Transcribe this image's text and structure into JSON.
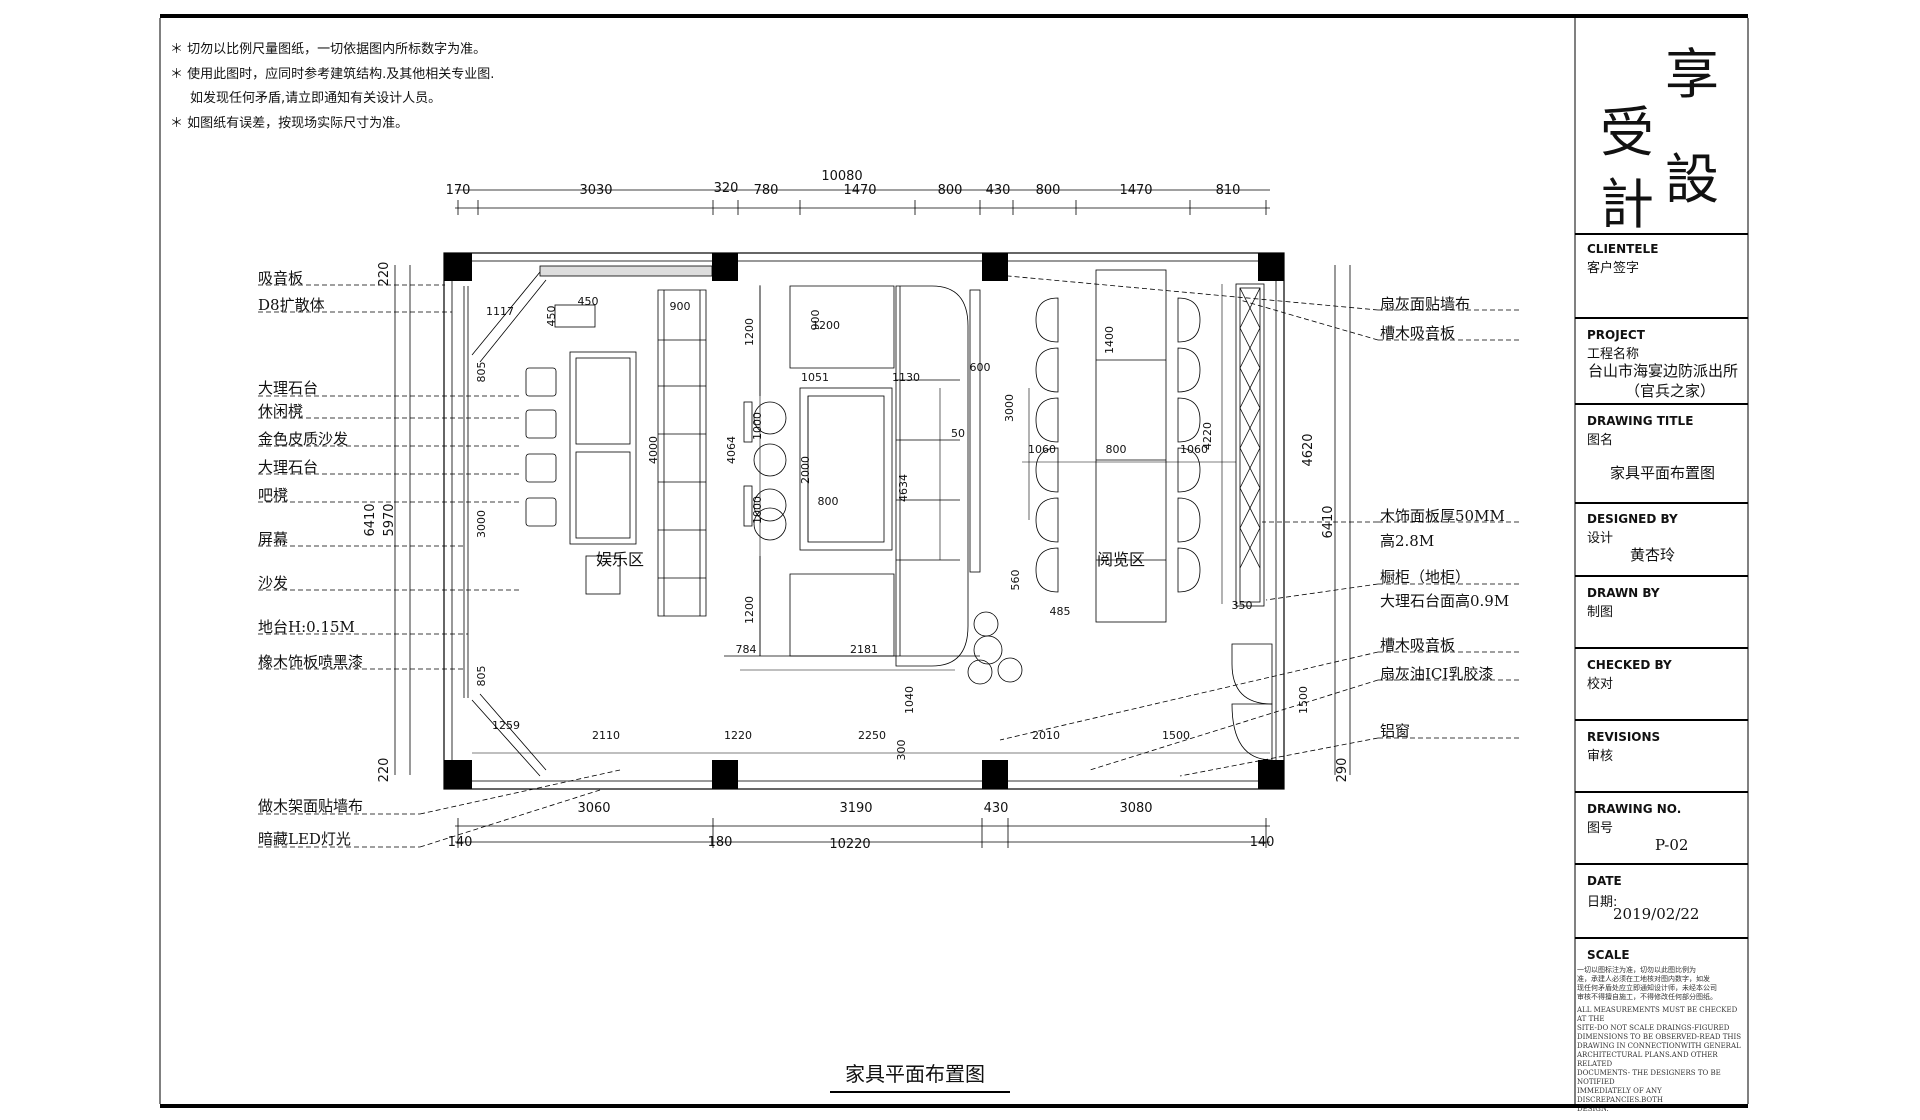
{
  "notes": [
    "＊ 切勿以比例尺量图纸，一切依据图内所标数字为准。",
    "＊ 使用此图时，应同时参考建筑结构.及其他相关专业图.",
    "如发现任何矛盾,请立即通知有关设计人员。",
    "＊ 如图纸有误差，按现场实际尺寸为准。"
  ],
  "logo": {
    "c1": "享",
    "c2": "受",
    "c3": "設",
    "c4": "計"
  },
  "title_block": {
    "clientele_label": "CLIENTELE",
    "clientele_sub": "客户签字",
    "project_label": "PROJECT",
    "project_sub": "工程名称",
    "project_name_1": "台山市海宴边防派出所",
    "project_name_2": "（官兵之家）",
    "drawing_title_label": "DRAWING TITLE",
    "drawing_title_sub": "图名",
    "drawing_title": "家具平面布置图",
    "designed_label": "DESIGNED BY",
    "designed_sub": "设计",
    "designer": "黄杏玲",
    "drawn_label": "DRAWN BY",
    "drawn_sub": "制图",
    "checked_label": "CHECKED BY",
    "checked_sub": "校对",
    "revisions_label": "REVISIONS",
    "revisions_sub": "审核",
    "drawing_no_label": "DRAWING NO.",
    "drawing_no_sub": "图号",
    "drawing_no": "P-02",
    "date_label": "DATE",
    "date_sub": "日期:",
    "date": "2019/02/22",
    "scale_label": "SCALE",
    "scale_text_cn_1": "一切以图标注为准，切勿以此图比例为",
    "scale_text_cn_2": "准，承建人必须在工地核对图内数字，如发",
    "scale_text_cn_3": "现任何矛盾处应立即通知设计师，未经本公司",
    "scale_text_cn_4": "审核不得擅自施工，不得修改任何部分图纸。",
    "scale_text_en_1": "ALL MEASUREMENTS MUST BE CHECKED AT THE",
    "scale_text_en_2": "SITE-DO NOT SCALE DRAINGS-FIGURED",
    "scale_text_en_3": "DIMENSIONS TO BE OBSERVED-READ THIS",
    "scale_text_en_4": "DRAWING IN CONNECTIONWITH GENERAL",
    "scale_text_en_5": "ARCHITECTURAL PLANS.AND OTHER RELATED",
    "scale_text_en_6": "DOCUMENTS- THE DESIGNERS TO BE NOTIFIED",
    "scale_text_en_7": "IMMEDIATELY OF ANY DISCREPANCIES.BOTH",
    "scale_text_en_8": "DESIGN."
  },
  "drawing_caption": "家具平面布置图",
  "callouts_left": {
    "c1": "吸音板",
    "c2": "D8扩散体",
    "c3": "大理石台",
    "c4": "休闲櫈",
    "c5": "金色皮质沙发",
    "c6": "大理石台",
    "c7": "吧櫈",
    "c8": "屏幕",
    "c9": "沙发",
    "c10": "地台H:0.15M",
    "c11": "橡木饰板喷黑漆",
    "c12": "做木架面贴墙布",
    "c13": "暗藏LED灯光"
  },
  "callouts_right": {
    "c1": "扇灰面贴墙布",
    "c2": "槽木吸音板",
    "c3": "木饰面板厚50MM",
    "c4": "高2.8M",
    "c5": "橱柜（地柜）",
    "c6": "大理石台面高0.9M",
    "c7": "槽木吸音板",
    "c8": "扇灰油ICI乳胶漆",
    "c9": "铝窗"
  },
  "rooms": {
    "entertainment": "娱乐区",
    "reading": "阅览区"
  },
  "dims_top": {
    "total": "10080",
    "d1": "170",
    "d2": "3030",
    "d3": "320",
    "d4": "780",
    "d5": "1470",
    "d6": "800",
    "d7": "430",
    "d8": "800",
    "d9": "1470",
    "d10": "810"
  },
  "dims_bottom": {
    "d1": "3060",
    "d2": "3190",
    "d3": "430",
    "d4": "3080",
    "e1": "140",
    "e2": "180",
    "total": "10220",
    "e3": "140"
  },
  "dims_left": {
    "a": "220",
    "b": "6410",
    "c": "5970",
    "d": "220"
  },
  "dims_right": {
    "a": "4620",
    "b": "6410",
    "c": "290"
  },
  "dims_inner": {
    "i1": "450",
    "i2": "450",
    "i3": "1117",
    "i4": "805",
    "i5": "900",
    "i6": "4000",
    "i7": "3000",
    "i8": "805",
    "i9": "1259",
    "i10": "1200",
    "i11": "900",
    "i12": "1200",
    "i13": "1000",
    "i14": "4064",
    "i15": "1000",
    "i16": "1051",
    "i17": "2000",
    "i18": "800",
    "i19": "1130",
    "i20": "600",
    "i21": "4634",
    "i22": "50",
    "i23": "3000",
    "i24": "1200",
    "i25": "784",
    "i26": "2181",
    "i27": "1040",
    "i28": "1400",
    "i29": "1060",
    "i30": "800",
    "i31": "1060",
    "i32": "4220",
    "i33": "560",
    "i34": "485",
    "i35": "350",
    "i36": "1500",
    "i37": "2110",
    "i38": "1220",
    "i39": "2250",
    "i40": "300",
    "i41": "2010",
    "i42": "1500"
  }
}
